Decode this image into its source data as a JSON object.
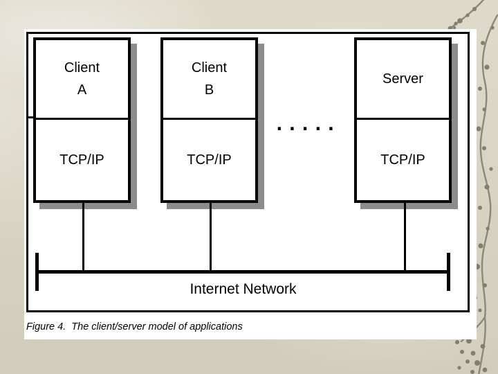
{
  "slide": {
    "figure": {
      "nodes": [
        {
          "name": "Client A",
          "line1": "Client",
          "line2": "A",
          "protocol": "TCP/IP"
        },
        {
          "name": "Client B",
          "line1": "Client",
          "line2": "B",
          "protocol": "TCP/IP"
        },
        {
          "name": "Server",
          "line1": "Server",
          "line2": "",
          "protocol": "TCP/IP"
        }
      ],
      "ellipsis": ".....",
      "network_label": "Internet Network",
      "caption": "Figure 4.  The client/server model of applications"
    },
    "colors": {
      "background": "#d9d5c5",
      "panel": "#ffffff",
      "line": "#000000",
      "box_shadow": "#8c8c8c",
      "vine": "#8a8878",
      "vine_dot": "#82806c"
    }
  }
}
